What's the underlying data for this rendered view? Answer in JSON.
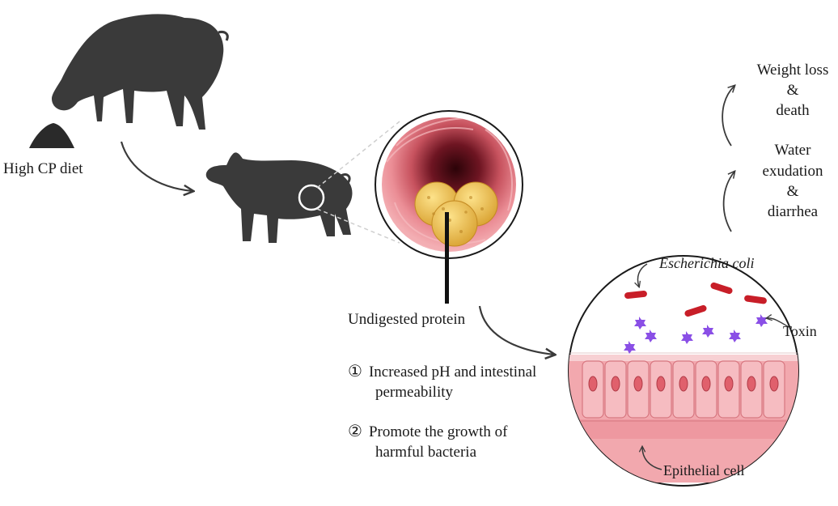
{
  "labels": {
    "diet": "High CP diet",
    "undigested": "Undigested protein",
    "ecoli": "Escherichia coli",
    "toxin": "Toxin",
    "epithelial": "Epithelial cell"
  },
  "effects": {
    "item1_num": "①",
    "item1_line1": "Increased pH and intestinal",
    "item1_line2": "permeability",
    "item2_num": "②",
    "item2_line1": "Promote the growth of",
    "item2_line2": "harmful bacteria"
  },
  "outcomes": {
    "water_line1": "Water",
    "water_line2": "exudation",
    "water_line3": "&",
    "water_line4": "diarrhea",
    "weight_line1": "Weight loss",
    "weight_line2": "&",
    "weight_line3": "death"
  },
  "icons": [
    "adult-pig-icon",
    "feed-pile-icon",
    "piglet-icon",
    "intestine-lumen-icon",
    "protein-clump-icon",
    "bacteria-icon",
    "toxin-icon",
    "epithelium-icon"
  ],
  "colors": {
    "silhouette": "#3a3a3a",
    "intestine": "#e9838a",
    "intestine_dark": "#5a0d16",
    "protein": "#e6b94a",
    "bacteria": "#c81e28",
    "toxin": "#8a4fe6",
    "epithelium": "#f2a8ae"
  }
}
